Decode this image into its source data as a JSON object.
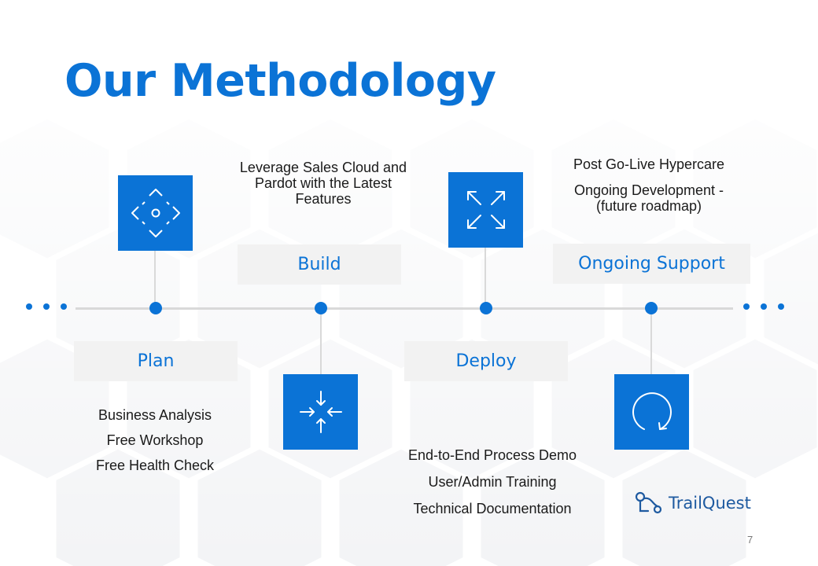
{
  "title": "Our Methodology",
  "colors": {
    "accent": "#0b73d6",
    "timeline": "#d9d9d9",
    "label_bg": "#f2f2f2",
    "logo": "#1e5aa0"
  },
  "stages": {
    "plan": {
      "label": "Plan",
      "icon": "diamond-target-icon",
      "items": [
        "Business Analysis",
        "Free Workshop",
        "Free Health Check"
      ]
    },
    "build": {
      "label": "Build",
      "icon": "converge-arrows-icon",
      "items": [
        "Leverage Sales Cloud and",
        "Pardot with the Latest",
        "Features"
      ]
    },
    "deploy": {
      "label": "Deploy",
      "icon": "expand-arrows-icon",
      "items": [
        "End-to-End Process Demo",
        "User/Admin Training",
        "Technical Documentation"
      ]
    },
    "support": {
      "label": "Ongoing Support",
      "icon": "refresh-cycle-icon",
      "items": [
        "Post Go-Live Hypercare",
        "Ongoing Development -",
        "(future roadmap)"
      ]
    }
  },
  "logo": {
    "text": "TrailQuest",
    "icon": "trail-route-icon"
  },
  "page_number": "7"
}
